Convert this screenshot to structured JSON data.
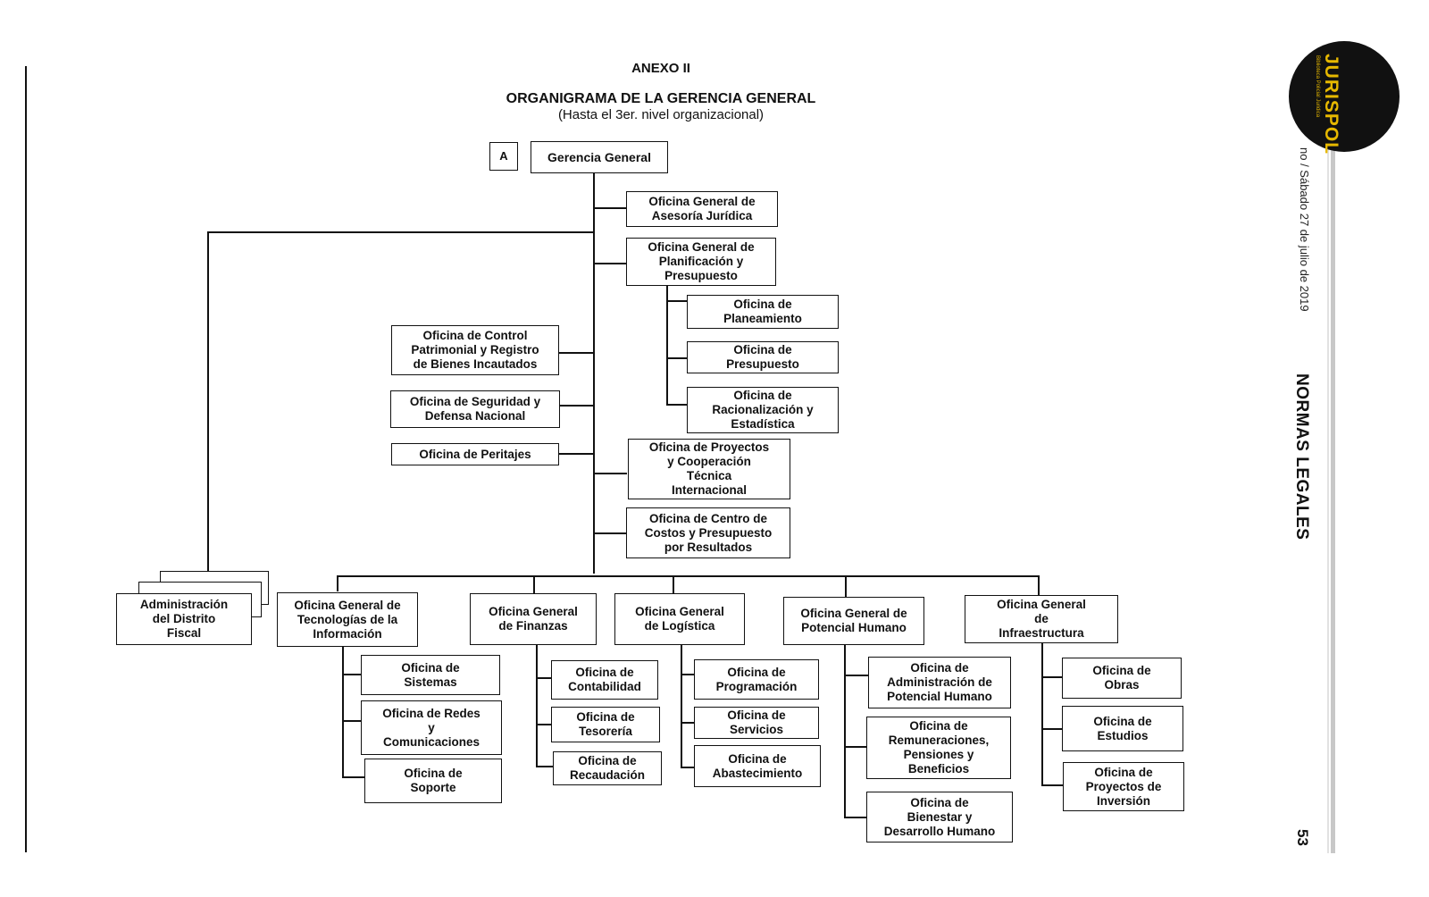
{
  "header": {
    "annex": "ANEXO II",
    "title": "ORGANIGRAMA DE LA GERENCIA GENERAL",
    "subtitle": "(Hasta el 3er. nivel organizacional)"
  },
  "side": {
    "date": "no / Sábado 27 de julio de 2019",
    "section": "NORMAS LEGALES",
    "page": "53",
    "logo_name": "JURISPOL",
    "logo_tagline": "Biblioteca Policial Juridica"
  },
  "org": {
    "tag": "A",
    "root": "Gerencia General",
    "asesoria": "Oficina General de\nAsesoría Jurídica",
    "planificacion": "Oficina General de\nPlanificación y\nPresupuesto",
    "planeamiento": "Oficina de\nPlaneamiento",
    "presupuesto": "Oficina de\nPresupuesto",
    "racionalizacion": "Oficina de\nRacionalización y\nEstadística",
    "control": "Oficina de Control\nPatrimonial y Registro\nde Bienes Incautados",
    "seguridad": "Oficina de Seguridad y\nDefensa Nacional",
    "peritajes": "Oficina de Peritajes",
    "proyectos_coop": "Oficina de Proyectos\ny Cooperación\nTécnica\nInternacional",
    "centro_costos": "Oficina de Centro de\nCostos y Presupuesto\npor Resultados",
    "admin_distrito": "Administración\ndel Distrito\nFiscal",
    "tecnologias": "Oficina General de\nTecnologías de la\nInformación",
    "sistemas": "Oficina de\nSistemas",
    "redes": "Oficina de Redes\ny\nComunicaciones",
    "soporte": "Oficina de\nSoporte",
    "finanzas": "Oficina General\nde Finanzas",
    "contabilidad": "Oficina de\nContabilidad",
    "tesoreria": "Oficina de\nTesorería",
    "recaudacion": "Oficina de\nRecaudación",
    "logistica": "Oficina General\nde Logística",
    "programacion": "Oficina de\nProgramación",
    "servicios": "Oficina de\nServicios",
    "abastecimiento": "Oficina de\nAbastecimiento",
    "potencial": "Oficina General de\nPotencial Humano",
    "admin_potencial": "Oficina de\nAdministración de\nPotencial Humano",
    "remuneraciones": "Oficina de\nRemuneraciones,\nPensiones y\nBeneficios",
    "bienestar": "Oficina de\nBienestar y\nDesarrollo Humano",
    "infraestructura": "Oficina General\nde\nInfraestructura",
    "obras": "Oficina de\nObras",
    "estudios": "Oficina de\nEstudios",
    "proyectos_inv": "Oficina de\nProyectos de\nInversión"
  }
}
